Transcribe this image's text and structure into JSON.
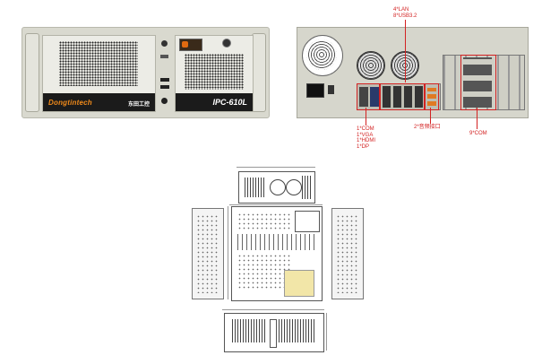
{
  "front_panel": {
    "brand": "Dongtintech",
    "brand_cn": "东田工控",
    "model": "IPC-610L"
  },
  "rear_panel": {
    "callouts": {
      "lan_usb": "4*LAN\n8*USB3.2",
      "io": "1*COM\n1*VGA\n1*HDMI\n1*DP",
      "audio": "2*音频接口",
      "com": "9*COM"
    }
  },
  "colors": {
    "callout": "#d32222",
    "brand": "#f08a1a",
    "chassis": "#d9d9cf"
  }
}
